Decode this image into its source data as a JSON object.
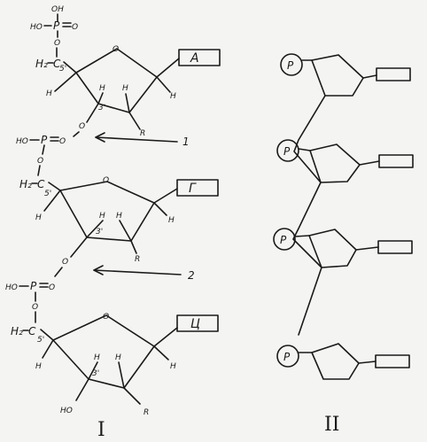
{
  "structure_I": {
    "phosphate_top": {
      "oh": "OH",
      "ho": "HO",
      "p": "P",
      "o_dbl": "O",
      "o_link": "O"
    },
    "nucleotides": [
      {
        "base": "А",
        "ch2": "H₂",
        "c5": "C",
        "five": "5'",
        "h_left": "H",
        "h3a": "H",
        "h3b": "H",
        "h_right": "H",
        "three": "3'",
        "r": "R",
        "ring_o": "O"
      },
      {
        "base": "Г",
        "ch2": "H₂",
        "c5": "C",
        "five": "5'",
        "h_left": "H",
        "h3a": "H",
        "h3b": "H",
        "h_right": "H",
        "three": "3'",
        "r": "R",
        "ring_o": "O"
      },
      {
        "base": "Ц",
        "ch2": "H₂",
        "c5": "C",
        "five": "5'",
        "h_left": "H",
        "h3a": "H",
        "h3b": "H",
        "h_right": "H",
        "three": "3'",
        "r": "R",
        "ring_o": "O"
      }
    ],
    "linkers": [
      {
        "o3": "O",
        "ho": "HO",
        "p": "P",
        "o_dbl": "O",
        "o5": "O",
        "arrow_label": "1"
      },
      {
        "o3": "O",
        "ho": "HO",
        "p": "P",
        "o_dbl": "O",
        "o5": "O",
        "arrow_label": "2"
      }
    ],
    "terminal_ho": "HO",
    "numeral": "I"
  },
  "structure_II": {
    "p_labels": [
      "P",
      "P",
      "P",
      "P"
    ],
    "numeral": "II"
  }
}
